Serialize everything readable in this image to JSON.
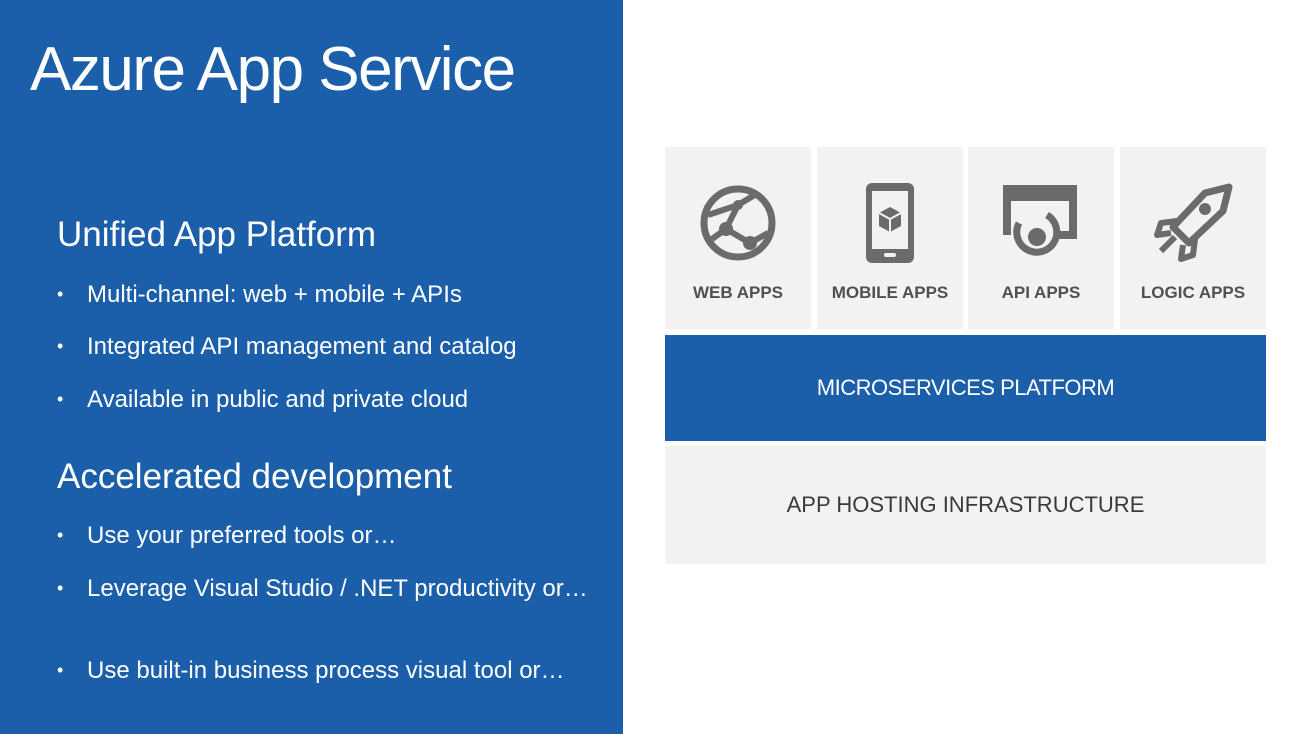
{
  "slide": {
    "title": "Azure App Service",
    "sections": [
      {
        "heading": "Unified App Platform",
        "bullets": [
          "Multi-channel: web + mobile + APIs",
          "Integrated API management and catalog",
          "Available in public and private cloud"
        ]
      },
      {
        "heading": "Accelerated development",
        "bullets": [
          "Use your preferred tools or…",
          "Leverage Visual Studio / .NET productivity or…",
          "Use built-in business process visual tool or…"
        ]
      }
    ],
    "bullet_glyph": "•"
  },
  "diagram": {
    "tiles": [
      {
        "label": "WEB APPS",
        "icon": "globe-network-icon"
      },
      {
        "label": "MOBILE APPS",
        "icon": "mobile-phone-icon"
      },
      {
        "label": "API APPS",
        "icon": "api-screen-icon"
      },
      {
        "label": "LOGIC APPS",
        "icon": "rocket-icon"
      }
    ],
    "platform_label": "MICROSERVICES PLATFORM",
    "infrastructure_label": "APP HOSTING INFRASTRUCTURE"
  },
  "colors": {
    "brand_blue": "#1b5eaa",
    "tile_gray": "#f2f2f2",
    "icon_gray": "#6b6b6b",
    "text_white": "#ffffff"
  }
}
